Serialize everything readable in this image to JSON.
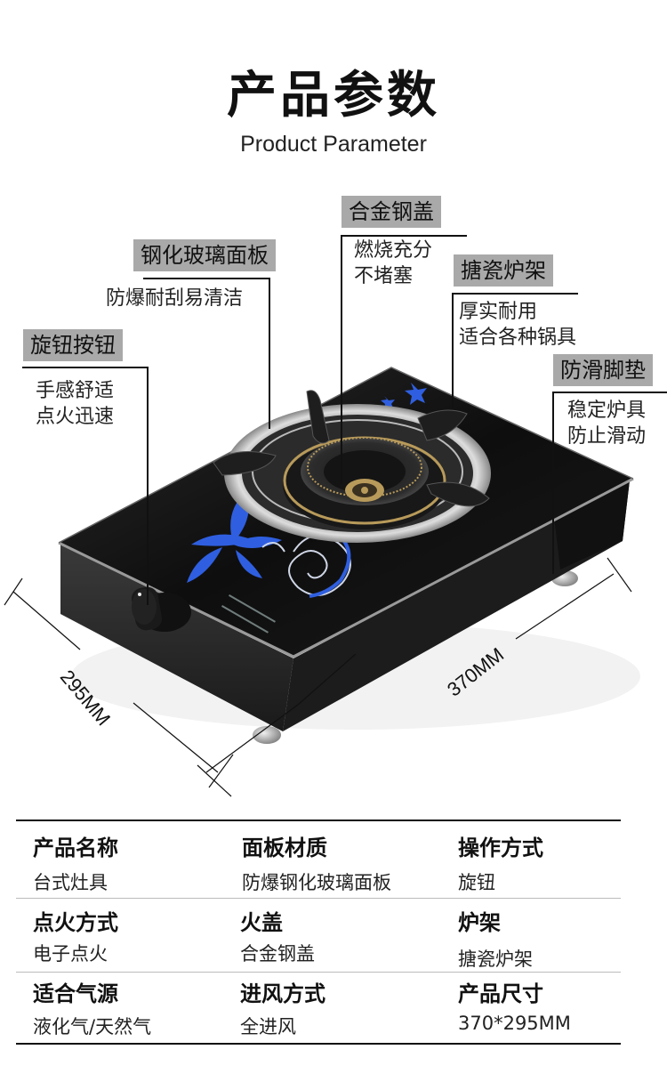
{
  "header": {
    "title": "产品参数",
    "subtitle": "Product Parameter"
  },
  "callouts": [
    {
      "tag": "合金钢盖",
      "desc": [
        "燃烧充分",
        "不堵塞"
      ]
    },
    {
      "tag": "钢化玻璃面板",
      "desc": [
        "防爆耐刮易清洁"
      ]
    },
    {
      "tag": "搪瓷炉架",
      "desc": [
        "厚实耐用",
        "适合各种锅具"
      ]
    },
    {
      "tag": "旋钮按钮",
      "desc": [
        "手感舒适",
        "点火迅速"
      ]
    },
    {
      "tag": "防滑脚垫",
      "desc": [
        "稳定炉具",
        "防止滑动"
      ]
    }
  ],
  "dimensions": {
    "depth": "295MM",
    "width": "370MM"
  },
  "colors": {
    "tag_bg": "#a9a9a9",
    "glass": "#141414",
    "flower_blue": "#2f5fe0",
    "brass": "#b89a5a"
  },
  "specs": [
    [
      {
        "label": "产品名称",
        "value": "台式灶具"
      },
      {
        "label": "面板材质",
        "value": "防爆钢化玻璃面板"
      },
      {
        "label": "操作方式",
        "value": "旋钮"
      }
    ],
    [
      {
        "label": "点火方式",
        "value": "电子点火"
      },
      {
        "label": "火盖",
        "value": "合金钢盖"
      },
      {
        "label": "炉架",
        "value": "搪瓷炉架"
      }
    ],
    [
      {
        "label": "适合气源",
        "value": "液化气/天然气"
      },
      {
        "label": "进风方式",
        "value": "全进风"
      },
      {
        "label": "产品尺寸",
        "value": "370*295MM"
      }
    ]
  ]
}
